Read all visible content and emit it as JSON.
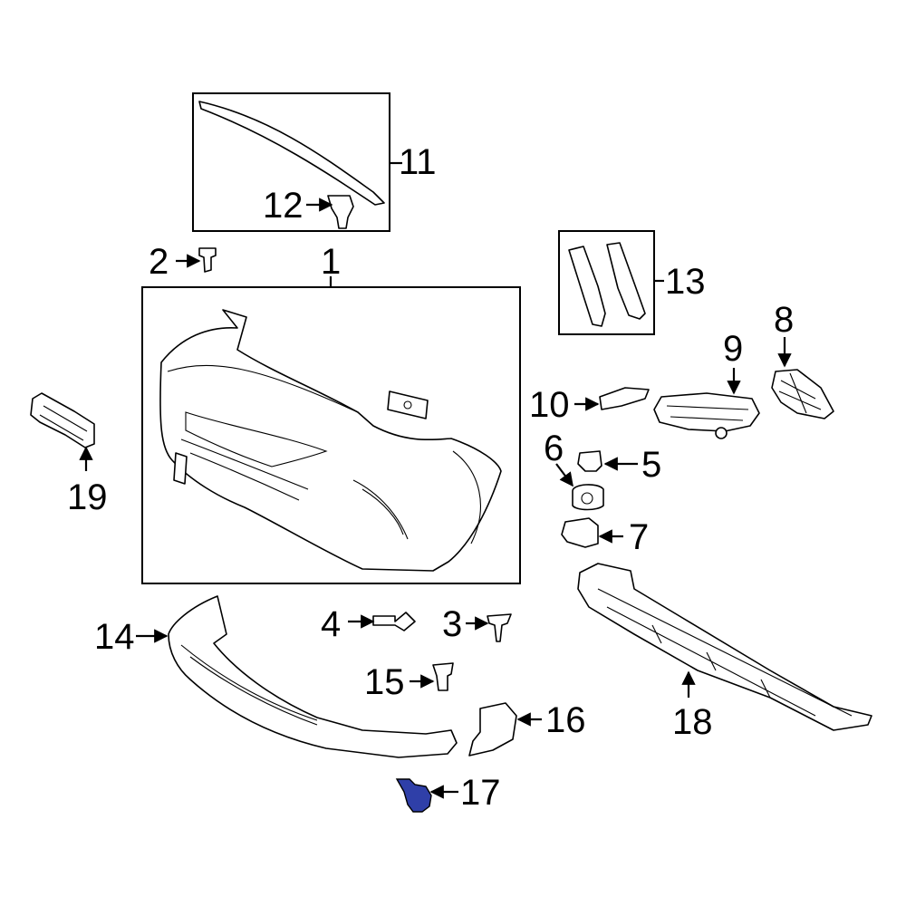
{
  "callouts": {
    "c1": "1",
    "c2": "2",
    "c3": "3",
    "c4": "4",
    "c5": "5",
    "c6": "6",
    "c7": "7",
    "c8": "8",
    "c9": "9",
    "c10": "10",
    "c11": "11",
    "c12": "12",
    "c13": "13",
    "c14": "14",
    "c15": "15",
    "c16": "16",
    "c17": "17",
    "c18": "18",
    "c19": "19"
  },
  "highlight_part": "17",
  "colors": {
    "highlight": "#2f3fa8",
    "line": "#000000",
    "background": "#ffffff"
  }
}
